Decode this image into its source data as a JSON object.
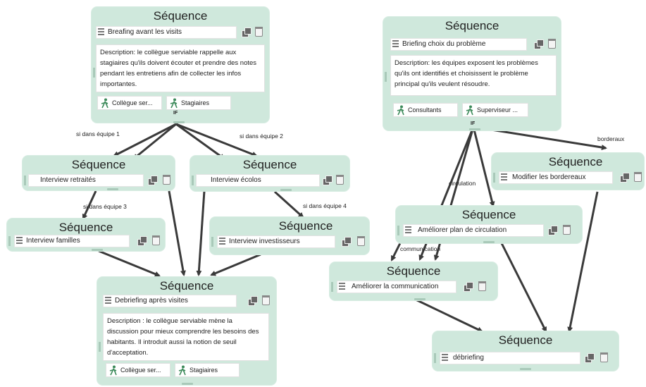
{
  "nodes": {
    "n1": {
      "title": "Séquence",
      "name": "Breafing avant les visits",
      "description": "Description: le collègue serviable rappelle aux stagiaires qu'ils doivent écouter et prendre des notes pendant les entretiens afin de collecter les infos importantes.",
      "actors": [
        "Collègue ser...",
        "Stagiaires"
      ],
      "gate": "IF"
    },
    "n2": {
      "title": "Séquence",
      "name": "Interview retraités"
    },
    "n3": {
      "title": "Séquence",
      "name": "Interview écolos"
    },
    "n4": {
      "title": "Séquence",
      "name": "Interview familles"
    },
    "n5": {
      "title": "Séquence",
      "name": "Interview investisseurs"
    },
    "n6": {
      "title": "Séquence",
      "name": "Debriefing après visites",
      "description": "Description : le collègue serviable mène la discussion pour mieux comprendre les besoins des habitants. Il introduit aussi la notion de seuil d'acceptation.",
      "actors": [
        "Collègue ser...",
        "Stagiaires"
      ]
    },
    "n7": {
      "title": "Séquence",
      "name": "Briefing choix du problème",
      "description": "Description: les équipes exposent les problèmes qu'ils ont identifiés et choisissent le problème principal qu'ils veulent résoudre.",
      "actors": [
        "Consultants",
        "Superviseur ..."
      ],
      "gate": "IF"
    },
    "n8": {
      "title": "Séquence",
      "name": "Modifier les bordereaux"
    },
    "n9": {
      "title": "Séquence",
      "name": "Améliorer plan de circulation"
    },
    "n10": {
      "title": "Séquence",
      "name": "Améliorer la communication"
    },
    "n11": {
      "title": "Séquence",
      "name": "débriefing"
    }
  },
  "edge_labels": {
    "team1": "si dans équipe 1",
    "team2": "si dans équipe 2",
    "team3": "si dans équipe 3",
    "team4": "si dans équipe 4",
    "bordereaux": "borderaux",
    "circulation": "circulation",
    "communication": "communication"
  },
  "colors": {
    "node_bg": "#cfe8dc",
    "edge": "#3a3a3a"
  }
}
